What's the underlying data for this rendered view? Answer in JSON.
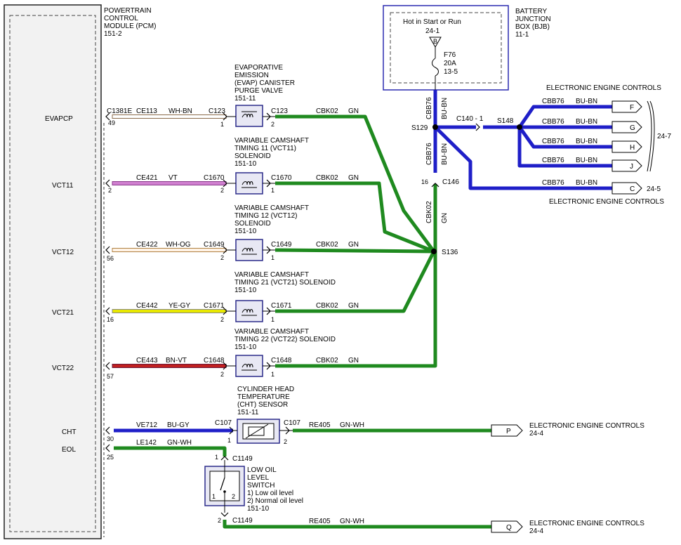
{
  "colors": {
    "green": "#1f8a1f",
    "blue": "#1f1fc8",
    "violet": "#d080d0",
    "yellow": "#e8e800",
    "red": "#c02020",
    "white": "#ffffff",
    "box_border": "#2a2a8a",
    "module_fill": "#eeeeee"
  },
  "pcm": {
    "title_lines": [
      "POWERTRAIN",
      "CONTROL",
      "MODULE (PCM)",
      "151-2"
    ],
    "signals": [
      "EVAPCP",
      "VCT11",
      "VCT12",
      "VCT21",
      "VCT22",
      "CHT",
      "EOL"
    ]
  },
  "bjb": {
    "title_lines": [
      "BATTERY",
      "JUNCTION",
      "BOX (BJB)",
      "11-1"
    ],
    "hot_label": "Hot in Start or Run",
    "hot_ref": "24-1",
    "b_label": "B",
    "fuse_lines": [
      "F76",
      "20A",
      "13-5"
    ]
  },
  "pins": {
    "evap_pcm": "49",
    "evap_dev": "2",
    "evap_dev_left": "1",
    "vct11_pcm": "2",
    "vct11_dev": "1",
    "vct11_dev_left": "2",
    "vct12_pcm": "56",
    "vct12_dev": "1",
    "vct12_dev_left": "2",
    "vct21_pcm": "16",
    "vct21_dev": "1",
    "vct21_dev_left": "2",
    "vct22_pcm": "57",
    "vct22_dev": "1",
    "vct22_dev_left": "2",
    "cht_pcm": "30",
    "cht_dev_left": "1",
    "cht_dev": "2",
    "eol_pcm": "25",
    "c146": "16",
    "sw_top": "1",
    "sw_bottom": "2",
    "sw_left": "1",
    "sw_right": "2"
  },
  "devices": {
    "evap": [
      "EVAPORATIVE",
      "EMISSION",
      "(EVAP) CANISTER",
      "PURGE VALVE",
      "151-11"
    ],
    "vct11": [
      "VARIABLE CAMSHAFT",
      "TIMING 11 (VCT11)",
      "SOLENOID",
      "151-10"
    ],
    "vct12": [
      "VARIABLE CAMSHAFT",
      "TIMING 12 (VCT12)",
      "SOLENOID",
      "151-10"
    ],
    "vct21": [
      "VARIABLE CAMSHAFT",
      "TIMING 21 (VCT21) SOLENOID",
      "151-10"
    ],
    "vct22": [
      "VARIABLE CAMSHAFT",
      "TIMING 22 (VCT22) SOLENOID",
      "151-10"
    ],
    "cht": [
      "CYLINDER HEAD",
      "TEMPERATURE",
      "(CHT) SENSOR",
      "151-11"
    ],
    "loil": [
      "LOW OIL",
      "LEVEL",
      "SWITCH",
      "1) Low oil level",
      "2) Normal oil level",
      "151-10"
    ]
  },
  "connectors": {
    "c1381e": "C1381E",
    "c123": "C123",
    "c1670": "C1670",
    "c1649": "C1649",
    "c1671": "C1671",
    "c1648": "C1648",
    "c107": "C107",
    "c1149": "C1149",
    "c146": "C146",
    "c140": "C140 - 1"
  },
  "splices": {
    "s129": "S129",
    "s136": "S136",
    "s148": "S148"
  },
  "wires": {
    "ce113": "CE113",
    "wh_bn": "WH-BN",
    "ce421": "CE421",
    "vt": "VT",
    "ce422": "CE422",
    "wh_og": "WH-OG",
    "ce442": "CE442",
    "ye_gy": "YE-GY",
    "ce443": "CE443",
    "bn_vt": "BN-VT",
    "ve712": "VE712",
    "bu_gy": "BU-GY",
    "le142": "LE142",
    "gn_wh": "GN-WH",
    "cbk02": "CBK02",
    "gn": "GN",
    "re405": "RE405",
    "cbb76": "CBB76",
    "bu_bn": "BU-BN"
  },
  "ece": {
    "label": "ELECTRONIC ENGINE CONTROLS",
    "conn_labels": [
      "F",
      "G",
      "H",
      "J"
    ],
    "bracket_ref": "24-7",
    "c_label": "C",
    "c_ref": "24-5",
    "p_label": "P",
    "p_ref": "24-4",
    "q_label": "Q",
    "q_ref": "24-4"
  }
}
